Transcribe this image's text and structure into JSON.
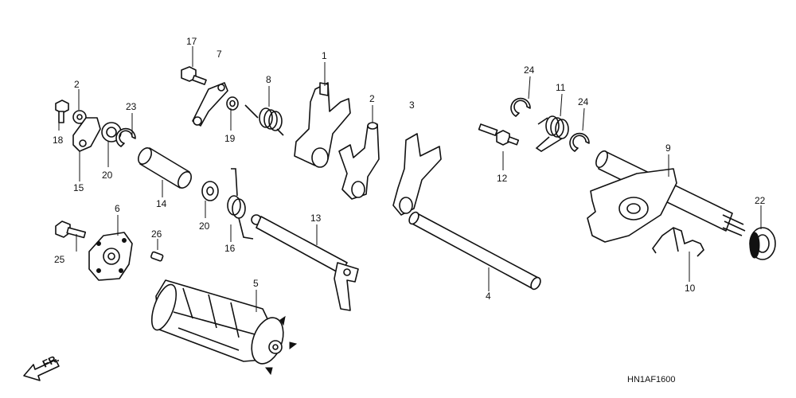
{
  "diagram": {
    "code": "HN1AF1600",
    "direction_label": "FR.",
    "callouts": {
      "c1": "1",
      "c2a": "2",
      "c2b": "2",
      "c3": "3",
      "c4": "4",
      "c5": "5",
      "c6": "6",
      "c7": "7",
      "c8": "8",
      "c9": "9",
      "c10": "10",
      "c11": "11",
      "c12": "12",
      "c13": "13",
      "c14": "14",
      "c15": "15",
      "c16": "16",
      "c17": "17",
      "c18": "18",
      "c19": "19",
      "c20a": "20",
      "c20b": "20",
      "c22": "22",
      "c23": "23",
      "c24a": "24",
      "c24b": "24",
      "c25": "25",
      "c26": "26"
    }
  }
}
